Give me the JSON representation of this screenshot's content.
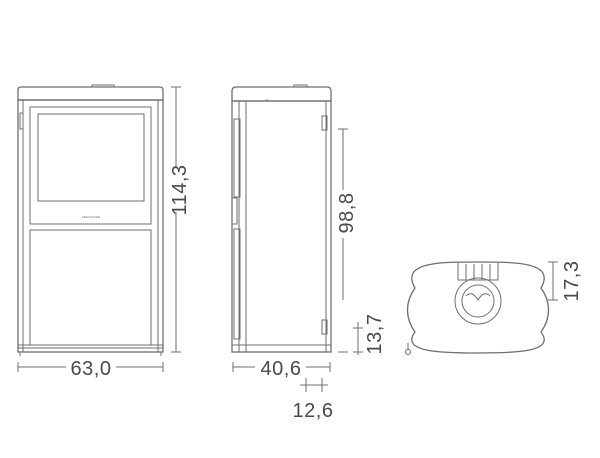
{
  "dimensions": {
    "front_width": "63,0",
    "front_height": "114,3",
    "side_depth": "40,6",
    "side_height": "98,8",
    "side_base_height": "13,7",
    "side_offset": "12,6",
    "top_depth": "17,3"
  },
  "logo_text": "ZEELANDER"
}
